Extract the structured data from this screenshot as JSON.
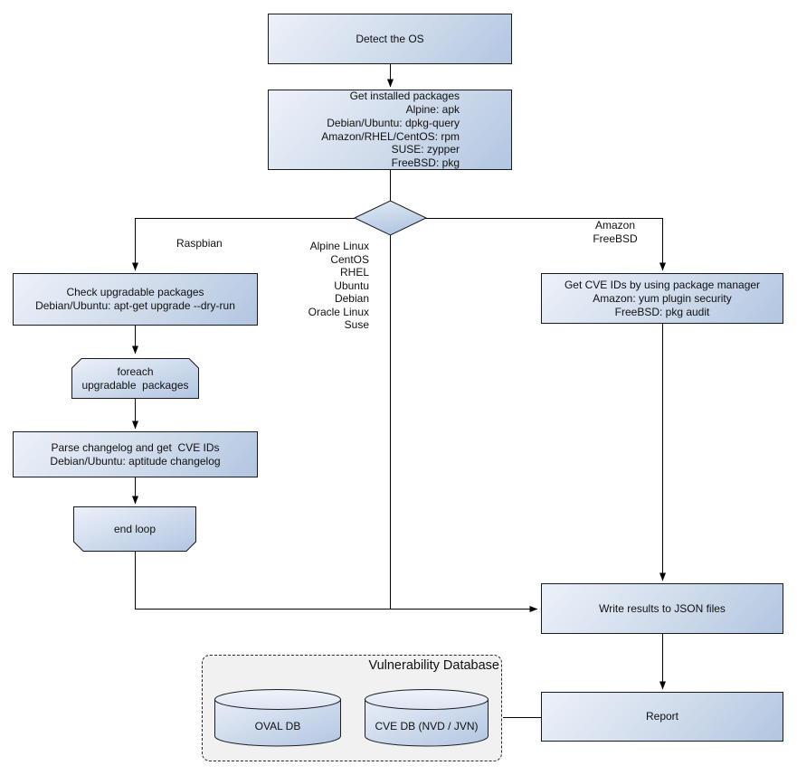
{
  "diagram": {
    "nodes": {
      "detect_os": "Detect the OS",
      "get_packages": "Get installed packages\nAlpine: apk\nDebian/Ubuntu: dpkg-query\nAmazon/RHEL/CentOS: rpm\nSUSE: zypper\nFreeBSD: pkg",
      "check_upgradable": "Check upgradable packages\nDebian/Ubuntu: apt-get upgrade --dry-run",
      "foreach_loop": "foreach\nupgradable  packages",
      "parse_changelog": "Parse changelog and get  CVE IDs\nDebian/Ubuntu: aptitude changelog",
      "end_loop": "end loop",
      "get_cve_ids": "Get CVE IDs by using package manager\nAmazon: yum plugin security\nFreeBSD: pkg audit",
      "write_results": "Write results to JSON files",
      "report": "Report"
    },
    "branch_labels": {
      "left": "Raspbian",
      "middle": "Alpine Linux\nCentOS\nRHEL\nUbuntu\nDebian\nOracle Linux\nSuse",
      "right": "Amazon\nFreeBSD"
    },
    "database": {
      "title": "Vulnerability Database",
      "cylinders": [
        "OVAL DB",
        "CVE DB (NVD / JVN)"
      ]
    },
    "colors": {
      "node_fill_light": "#edf1f9",
      "node_fill_dark": "#b2c6e1",
      "node_border": "#171a1f",
      "container_fill": "#f1f1f1",
      "line": "#000000",
      "text": "#101010"
    }
  }
}
